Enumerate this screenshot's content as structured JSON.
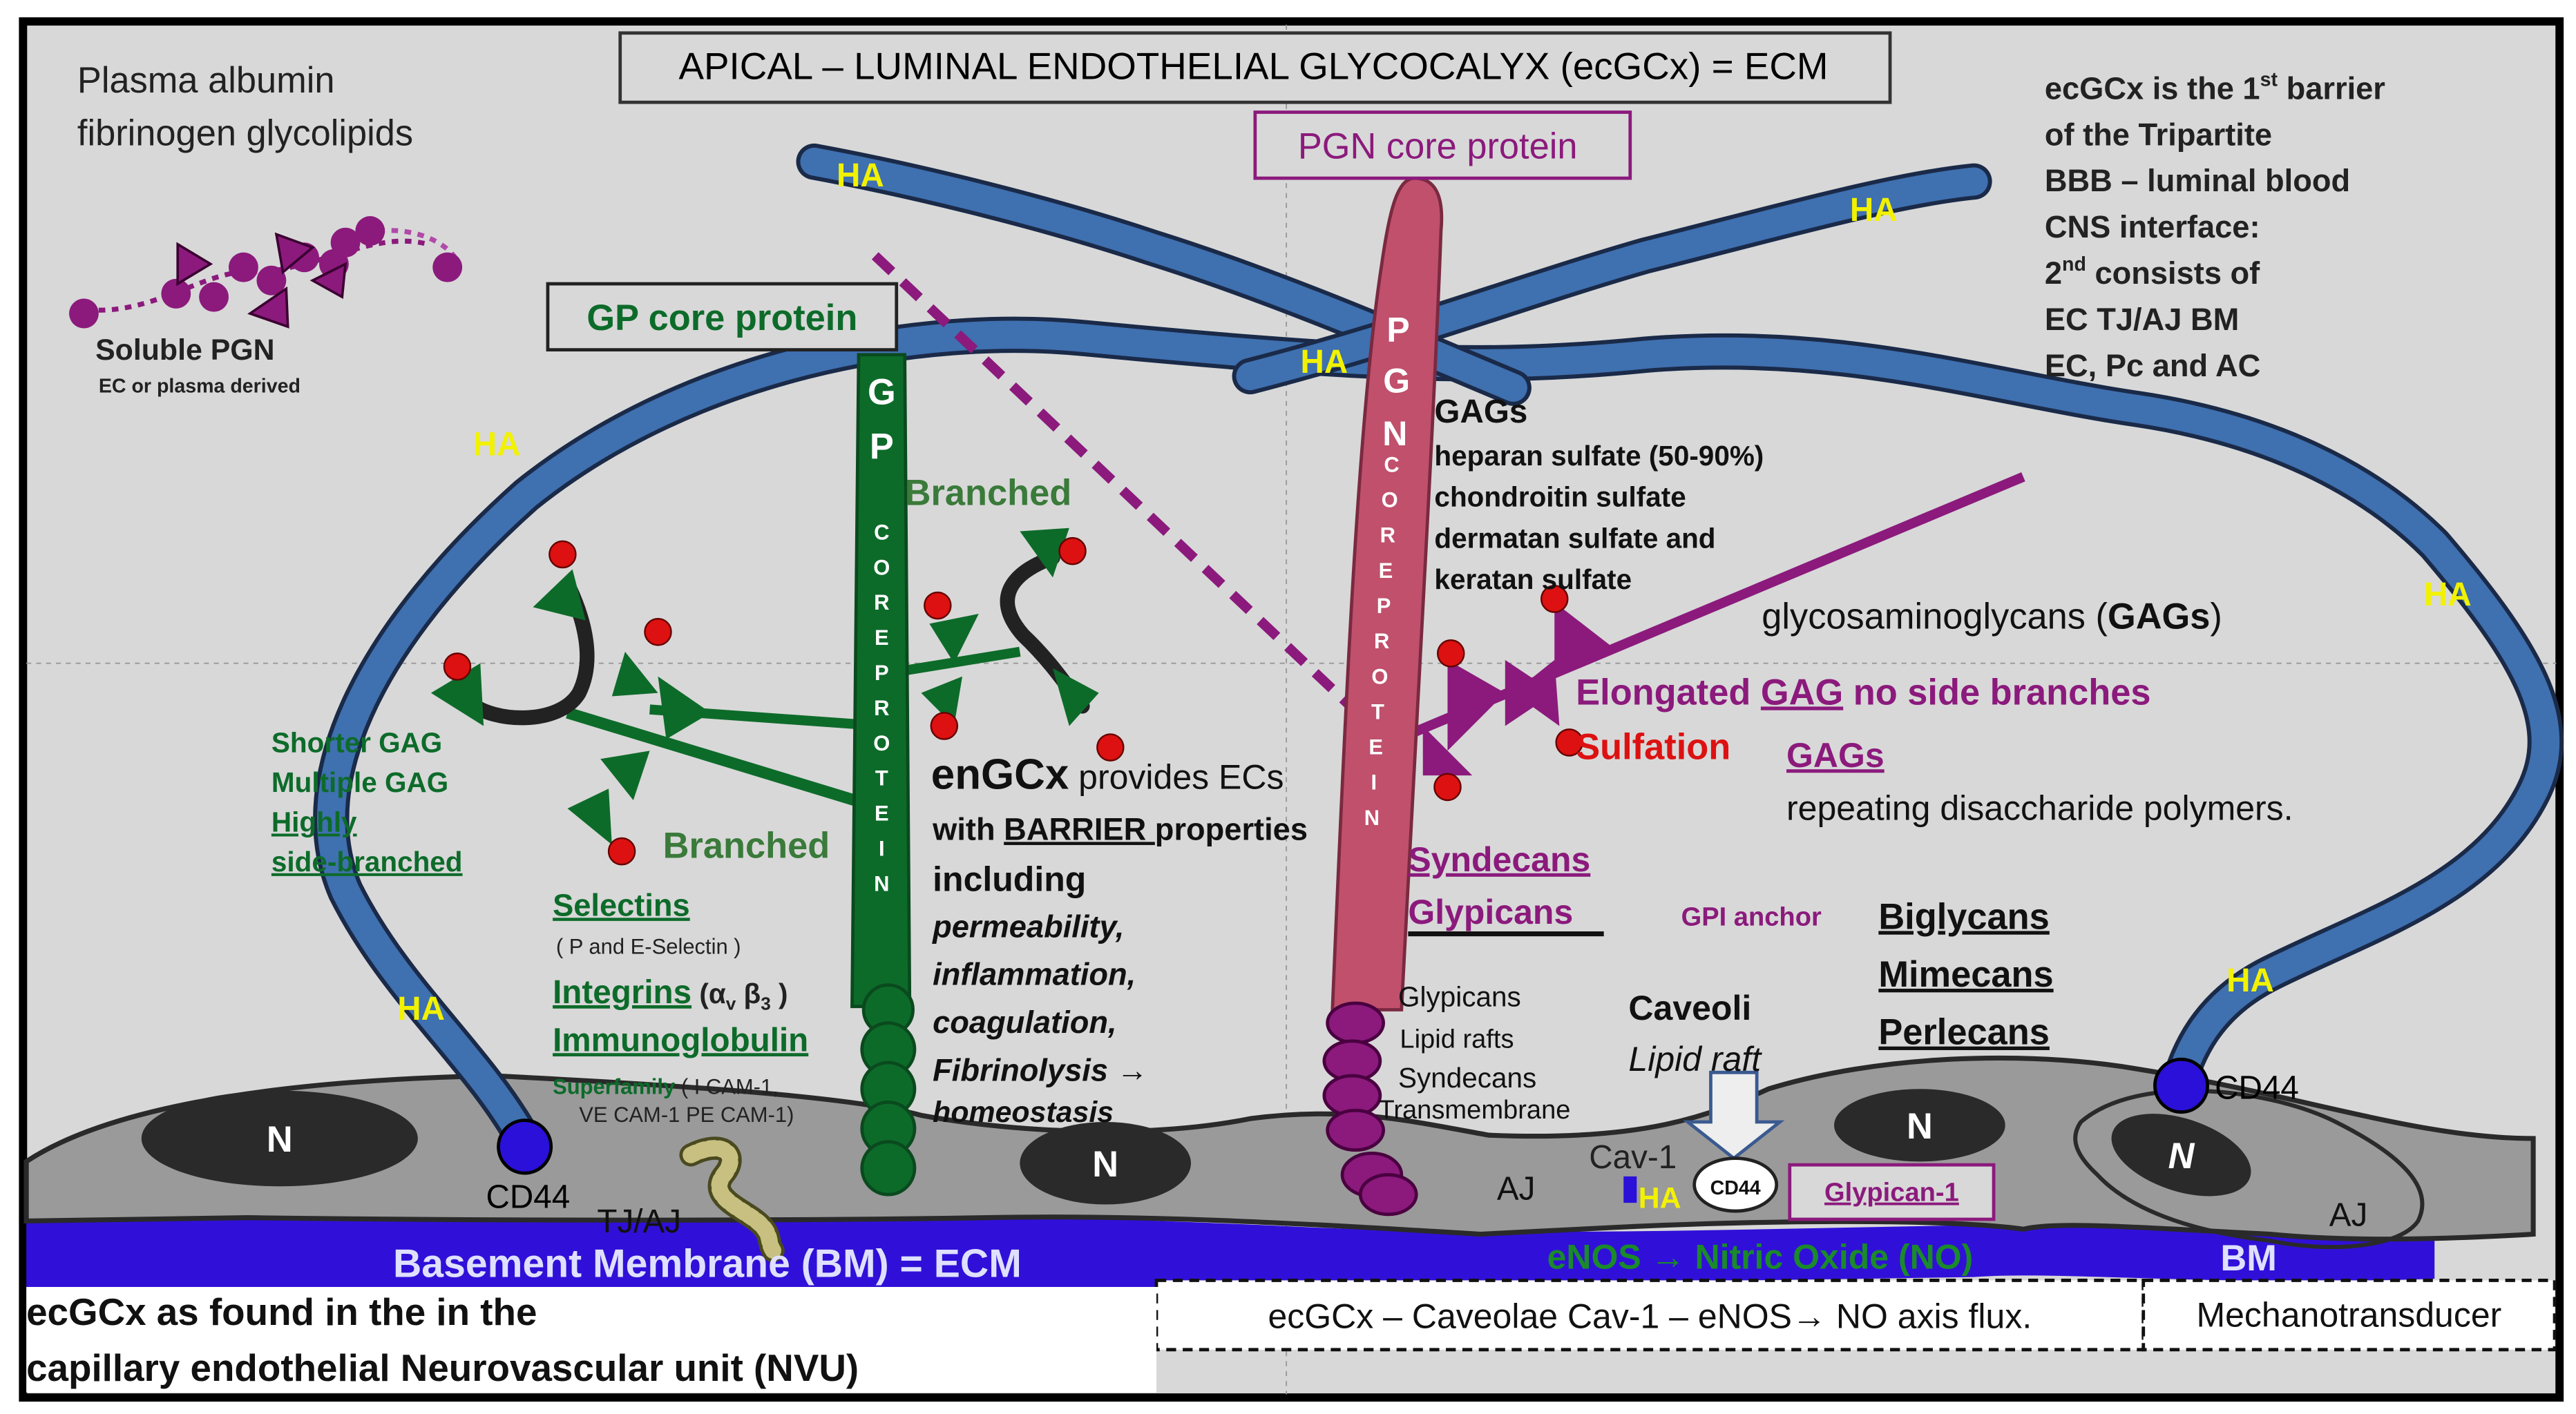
{
  "title": "APICAL – LUMINAL ENDOTHELIAL GLYCOCALYX (ecGCx)  = ECM",
  "plasma": {
    "line1": "Plasma albumin",
    "line2": "fibrinogen  glycolipids"
  },
  "soluble_pgn": {
    "label": "Soluble PGN",
    "sub": "EC or plasma derived"
  },
  "barrier_note": {
    "l1a": "ecGCx is the 1",
    "l1sup": "st",
    "l1b": " barrier",
    "l2": "of the Tripartite",
    "l3": "BBB – luminal blood",
    "l4": "CNS interface:",
    "l5a": "2",
    "l5sup": "nd",
    "l5b": " consists of",
    "l6": "EC TJ/AJ BM",
    "l7": "EC, Pc and AC"
  },
  "ha_label": "HA",
  "gp": {
    "title": "GP core protein",
    "letters_big": [
      "G",
      "P"
    ],
    "letters_small": [
      "C",
      "O",
      "R",
      "E",
      "P",
      "R",
      "O",
      "T",
      "E",
      "I",
      "N"
    ],
    "branched_upper": "Branched",
    "branched_lower": "Branched",
    "shorter": {
      "l1": "Shorter GAG",
      "l2": "Multiple GAG",
      "l3": "Highly",
      "l4": "side-branched"
    }
  },
  "pgn": {
    "title": "PGN core protein",
    "letters_big": [
      "P",
      "G",
      "N"
    ],
    "letters_small": [
      "C",
      "O",
      "R",
      "E",
      "P",
      "R",
      "O",
      "T",
      "E",
      "I",
      "N"
    ]
  },
  "gags": {
    "title": "GAGs",
    "l1": "heparan sulfate (50-90%)",
    "l2": "chondroitin sulfate",
    "l3": "dermatan sulfate and",
    "l4": "keratan sulfate",
    "full_a": "glycosaminoglycans (",
    "full_b": "GAGs",
    "full_c": ")",
    "elong_a": "Elongated ",
    "elong_b": "GAG",
    "elong_c": " no side branches",
    "sulfation": "Sulfation",
    "def_title": "GAGs",
    "def": "repeating disaccharide polymers."
  },
  "engcx": {
    "big": "enGCx",
    "l1": " provides ECs",
    "l2a": "with ",
    "l2b": "BARRIER ",
    "l2c": "properties",
    "l3": "including",
    "l4": "permeability,",
    "l5": "inflammation,",
    "l6": "coagulation,",
    "l7a": "Fibrinolysis ",
    "l7b": "→",
    "l8": "homeostasis"
  },
  "adhesion": {
    "selectins": "Selectins",
    "selectins_sub": "( P and E-Selectin )",
    "integrins": "Integrins",
    "integrins_sub": " (α",
    "integrins_v": "v",
    "integrins_b": " β",
    "integrins_3": "3",
    "integrins_end": " )",
    "immuno": "Immunoglobulin",
    "super_a": "Superfamily",
    "super_b": " ( I CAM-1,",
    "super_c": "VE CAM-1 PE CAM-1)"
  },
  "proteoglycans": {
    "syndecans": "Syndecans",
    "glypicans": "Glypicans",
    "gpi": "GPI anchor",
    "biglycans": "Biglycans",
    "mimecans": "Mimecans",
    "perlecans": "Perlecans",
    "m_glypicans": "Glypicans",
    "m_lipid": "Lipid rafts",
    "m_syndecans": "Syndecans",
    "m_trans": "Transmembrane"
  },
  "caveoli": {
    "title": "Caveoli",
    "sub": "Lipid raft",
    "cav1": "Cav-1",
    "cd44": "CD44",
    "ha": "HA"
  },
  "cell": {
    "nucleus": "N",
    "cd44": "CD44",
    "tjaj": "TJ/AJ",
    "aj": "AJ",
    "bm_main": "Basement Membrane (BM) = ECM",
    "bm_right": "BM",
    "enos": "eNOS → Nitric Oxide (NO)",
    "glypican1": "Glypican-1"
  },
  "footer": {
    "left_l1": "ecGCx as found in the in the",
    "left_l2": "capillary endothelial Neurovascular unit (NVU)",
    "axis": "ecGCx – Caveolae  Cav-1 – eNOS→ NO axis flux.",
    "mechano": "Mechanotransducer"
  },
  "colors": {
    "background": "#d8d8d8",
    "gp_green": "#0d6b2a",
    "pgn_pink": "#c0506c",
    "purple": "#8b1a7c",
    "ha_blue": "#3f70b0",
    "cell_gray": "#9a9a9a",
    "bm_blue": "#3010d8",
    "ha_text": "#f2f200"
  }
}
